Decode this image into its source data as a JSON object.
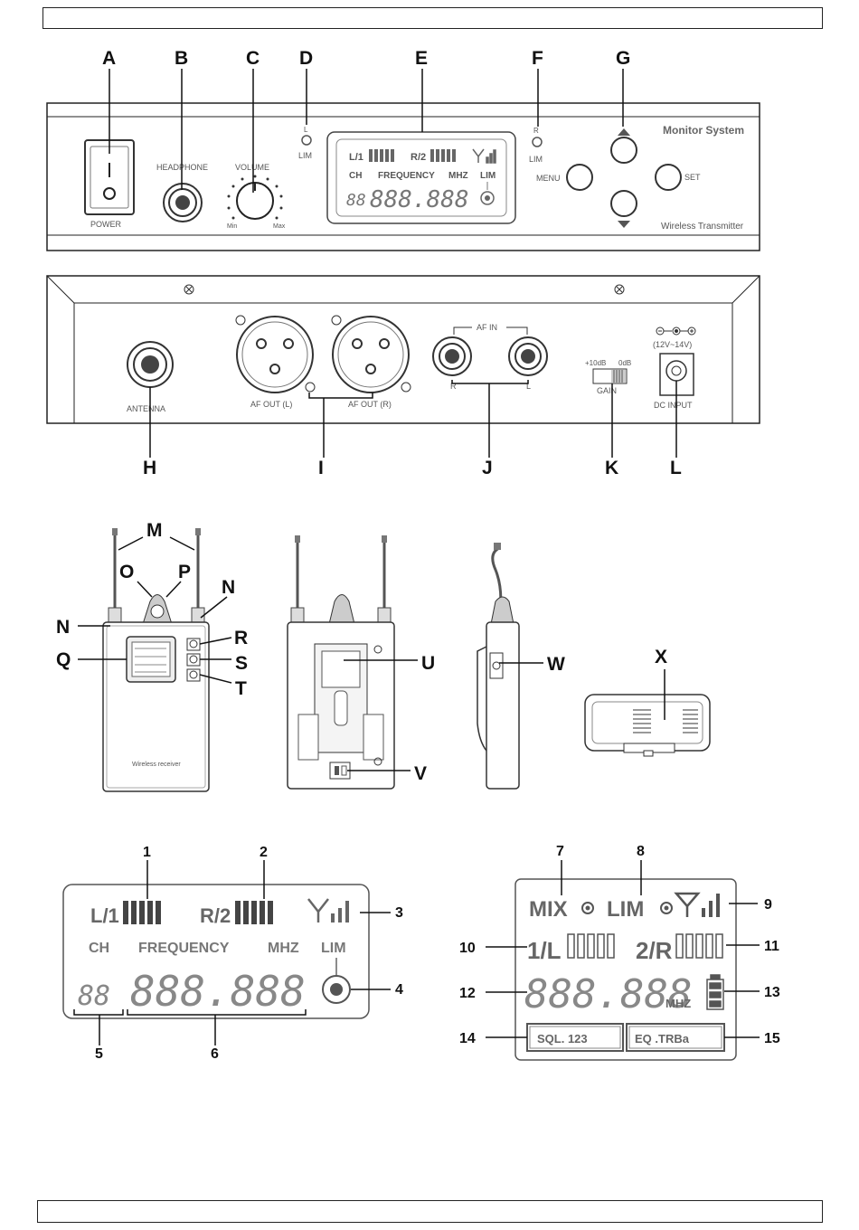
{
  "callouts": {
    "A": "A",
    "B": "B",
    "C": "C",
    "D": "D",
    "E": "E",
    "F": "F",
    "G": "G",
    "H": "H",
    "I": "I",
    "J": "J",
    "K": "K",
    "L": "L",
    "M": "M",
    "N": "N",
    "O": "O",
    "P": "P",
    "Q": "Q",
    "R": "R",
    "S": "S",
    "T": "T",
    "U": "U",
    "V": "V",
    "W": "W",
    "X": "X"
  },
  "numbers": [
    "1",
    "2",
    "3",
    "4",
    "5",
    "6",
    "7",
    "8",
    "9",
    "10",
    "11",
    "12",
    "13",
    "14",
    "15"
  ],
  "front_panel": {
    "power": "POWER",
    "headphone": "HEADPHONE",
    "volume": "VOLUME",
    "vol_min": "Min",
    "vol_max": "Max",
    "lim_l_top": "L",
    "lim": "LIM",
    "lim_r_top": "R",
    "menu": "MENU",
    "set": "SET",
    "title_top": "Monitor System",
    "title_bottom": "Wireless Transmitter",
    "lcd_ch": "CH",
    "lcd_freq": "FREQUENCY",
    "lcd_mhz": "MHZ",
    "lcd_lim": "LIM",
    "lcd_ch_digits": "88",
    "lcd_freq_digits": "888.888"
  },
  "rear_panel": {
    "antenna": "ANTENNA",
    "af_out_l": "AF OUT (L)",
    "af_out_r": "AF OUT (R)",
    "af_in": "AF IN",
    "in_r": "R",
    "in_l": "L",
    "gain_plus": "+10dB",
    "gain_zero": "0dB",
    "gain": "GAIN",
    "dc_voltage": "(12V~14V)",
    "dc_input": "DC INPUT"
  },
  "receiver": {
    "label": "Wireless receiver"
  },
  "lcd_tx": {
    "ch": "CH",
    "frequency": "FREQUENCY",
    "mhz": "MHZ",
    "lim": "LIM",
    "l1": "L/1",
    "r2": "R/2",
    "ch_digits": "88",
    "freq_digits": "888.888"
  },
  "lcd_rx": {
    "mix": "MIX",
    "lim": "LIM",
    "one_l": "1/L",
    "two_r": "2/R",
    "freq_digits": "888.888",
    "mhz": "MHZ",
    "sql": "SQL. 123",
    "eq": "EQ .TRBa"
  }
}
